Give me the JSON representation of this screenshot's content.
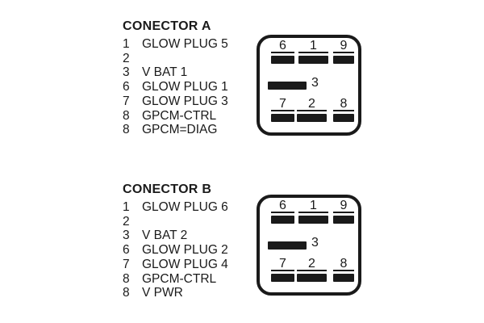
{
  "colors": {
    "ink": "#1a1a1a",
    "background": "#ffffff"
  },
  "connectors": [
    {
      "title": "CONECTOR A",
      "pin_list": [
        {
          "pin": "1",
          "label": "GLOW PLUG 5"
        },
        {
          "pin": "2",
          "label": ""
        },
        {
          "pin": "3",
          "label": "V BAT 1"
        },
        {
          "pin": "6",
          "label": "GLOW PLUG 1"
        },
        {
          "pin": "7",
          "label": "GLOW PLUG 3"
        },
        {
          "pin": "8",
          "label": "GPCM-CTRL"
        },
        {
          "pin": "8",
          "label": "GPCM=DIAG"
        }
      ],
      "diagram": {
        "top_row_pins": [
          "6",
          "1",
          "9"
        ],
        "middle_pin": "3",
        "bottom_row_pins": [
          "7",
          "2",
          "8"
        ]
      }
    },
    {
      "title": "CONECTOR B",
      "pin_list": [
        {
          "pin": "1",
          "label": "GLOW PLUG 6"
        },
        {
          "pin": "2",
          "label": ""
        },
        {
          "pin": "3",
          "label": "V BAT 2"
        },
        {
          "pin": "6",
          "label": "GLOW PLUG 2"
        },
        {
          "pin": "7",
          "label": "GLOW PLUG 4"
        },
        {
          "pin": "8",
          "label": "GPCM-CTRL"
        },
        {
          "pin": "8",
          "label": "V PWR"
        }
      ],
      "diagram": {
        "top_row_pins": [
          "6",
          "1",
          "9"
        ],
        "middle_pin": "3",
        "bottom_row_pins": [
          "7",
          "2",
          "8"
        ]
      }
    }
  ]
}
